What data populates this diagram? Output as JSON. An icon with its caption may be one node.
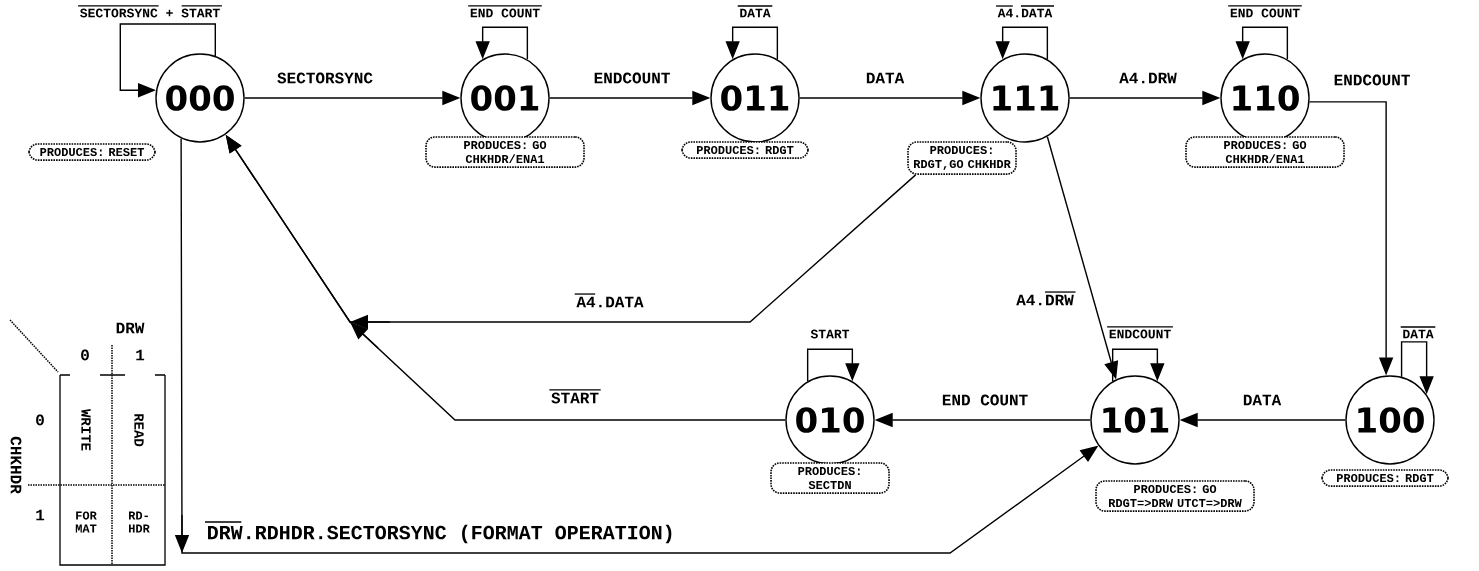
{
  "diagram": {
    "nodes": [
      {
        "text": [
          "000"
        ]
      },
      {
        "text": [
          "PRODUCES: RESET"
        ]
      },
      {
        "text": [
          "001"
        ]
      },
      {
        "text": [
          "PRODUCES: GO CHKHDR/ENA1"
        ]
      },
      {
        "text": [
          "011"
        ]
      },
      {
        "text": [
          "PRODUCES: RDGT"
        ]
      },
      {
        "text": [
          "111"
        ]
      },
      {
        "text": [
          "PRODUCES: RDGT,GO CHKHDR"
        ]
      },
      {
        "text": [
          "110"
        ]
      },
      {
        "text": [
          "PRODUCES: GO CHKHDR/ENA1"
        ]
      },
      {
        "text": [
          "010"
        ]
      },
      {
        "text": [
          "PRODUCES: SECTDN"
        ]
      },
      {
        "text": [
          "101"
        ]
      },
      {
        "text": [
          "PRODUCES: GO RDGT=>DRW UTCT=>DRW"
        ]
      },
      {
        "text": [
          "100"
        ]
      },
      {
        "text": [
          "PRODUCES: RDGT"
        ]
      }
    ],
    "edges": [
      {
        "from": 0,
        "to": 0,
        "arrow": "to",
        "label": "SECTORSYNC + START"
      },
      {
        "from": 0,
        "to": 2,
        "arrow": "to",
        "label": "SECTORSYNC"
      },
      {
        "from": 2,
        "to": 2,
        "arrow": "to",
        "label": "END COUNT"
      },
      {
        "from": 2,
        "to": 4,
        "arrow": "to",
        "label": "ENDCOUNT"
      },
      {
        "from": 4,
        "to": 4,
        "arrow": "to",
        "label": "DATA"
      },
      {
        "from": 4,
        "to": 6,
        "arrow": "to",
        "label": "DATA"
      },
      {
        "from": 6,
        "to": 6,
        "arrow": "to",
        "label": "A4.DATA"
      },
      {
        "from": 6,
        "to": 8,
        "arrow": "to",
        "label": "A4.DRW"
      },
      {
        "from": 8,
        "to": 8,
        "arrow": "to",
        "label": "END COUNT"
      },
      {
        "from": 8,
        "to": 14,
        "arrow": "to",
        "label": "ENDCOUNT"
      },
      {
        "from": 7,
        "to": 0,
        "arrow": "to",
        "label": "A4.DATA"
      },
      {
        "from": 6,
        "to": 12,
        "arrow": "to",
        "label": "A4.DRW"
      },
      {
        "from": 12,
        "to": 12,
        "arrow": "to",
        "label": "ENDCOUNT"
      },
      {
        "from": 14,
        "to": 14,
        "arrow": "to",
        "label": "DATA"
      },
      {
        "from": 14,
        "to": 12,
        "arrow": "to",
        "label": "DATA"
      },
      {
        "from": 12,
        "to": 10,
        "arrow": "to",
        "label": "END COUNT"
      },
      {
        "from": 10,
        "to": 10,
        "arrow": "to",
        "label": "START"
      },
      {
        "from": 10,
        "to": 0,
        "arrow": "to",
        "label": "START"
      },
      {
        "from": 0,
        "to": 12,
        "arrow": "to",
        "label": "DRW.RDHDR.SECTORSYNC (FORMAT OPERATION)"
      }
    ],
    "labels": [
      "DRW",
      "0",
      "1",
      "CHKHDR",
      "0",
      "WRITE",
      "READ",
      "1",
      "FOR MAT",
      "RD- HDR"
    ]
  }
}
